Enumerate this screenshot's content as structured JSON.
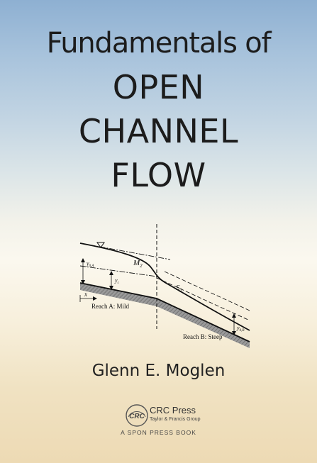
{
  "book": {
    "title_line1": "Fundamentals of",
    "title_line2": "OPEN",
    "title_line3": "CHANNEL",
    "title_line4": "FLOW",
    "author": "Glenn E. Moglen"
  },
  "diagram": {
    "label_m2": "M",
    "label_m2_sub": "2",
    "label_s2": "S",
    "label_s2_sub": "2",
    "label_y0a": "y",
    "label_y0a_sub": "0,A",
    "label_yc": "y",
    "label_yc_sub": "c",
    "label_y0b": "y",
    "label_y0b_sub": "0,B",
    "label_x": "x",
    "reach_a": "Reach A: Mild",
    "reach_b": "Reach B: Steep"
  },
  "publisher": {
    "logo_text": "CRC",
    "name": "CRC Press",
    "group": "Taylor & Francis Group",
    "imprint": "A SPON PRESS BOOK"
  },
  "colors": {
    "sky_top": "#8eb0d2",
    "paper_mid": "#fbf8ef",
    "sand_bottom": "#eddab4",
    "ink": "#1c1c1c"
  }
}
